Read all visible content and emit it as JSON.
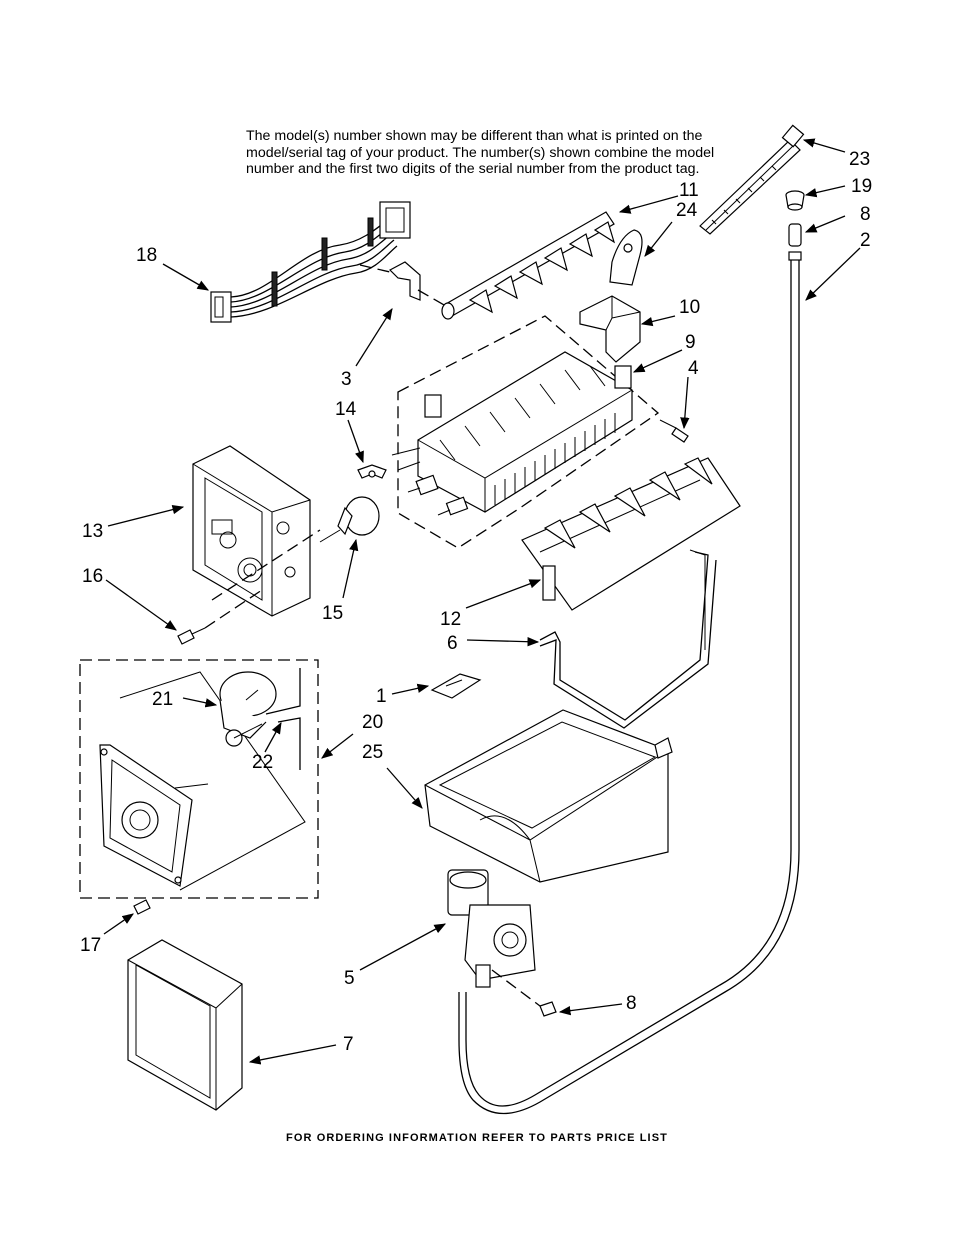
{
  "note": {
    "text": "The model(s) number shown may be different than what is printed on the\nmodel/serial tag of your product. The number(s) shown combine the model\nnumber and the first two digits of the serial number from the product tag."
  },
  "footer": {
    "text": "FOR ORDERING INFORMATION REFER TO PARTS PRICE LIST"
  },
  "callouts": [
    {
      "id": "c23",
      "label": "23"
    },
    {
      "id": "c19",
      "label": "19"
    },
    {
      "id": "c8a",
      "label": "8"
    },
    {
      "id": "c2",
      "label": "2"
    },
    {
      "id": "c11",
      "label": "11"
    },
    {
      "id": "c24",
      "label": "24"
    },
    {
      "id": "c18",
      "label": "18"
    },
    {
      "id": "c10",
      "label": "10"
    },
    {
      "id": "c9",
      "label": "9"
    },
    {
      "id": "c4",
      "label": "4"
    },
    {
      "id": "c3",
      "label": "3"
    },
    {
      "id": "c14",
      "label": "14"
    },
    {
      "id": "c13",
      "label": "13"
    },
    {
      "id": "c16",
      "label": "16"
    },
    {
      "id": "c15",
      "label": "15"
    },
    {
      "id": "c12",
      "label": "12"
    },
    {
      "id": "c6",
      "label": "6"
    },
    {
      "id": "c1",
      "label": "1"
    },
    {
      "id": "c21",
      "label": "21"
    },
    {
      "id": "c20",
      "label": "20"
    },
    {
      "id": "c22",
      "label": "22"
    },
    {
      "id": "c25",
      "label": "25"
    },
    {
      "id": "c17",
      "label": "17"
    },
    {
      "id": "c5",
      "label": "5"
    },
    {
      "id": "c8b",
      "label": "8"
    },
    {
      "id": "c7",
      "label": "7"
    }
  ]
}
